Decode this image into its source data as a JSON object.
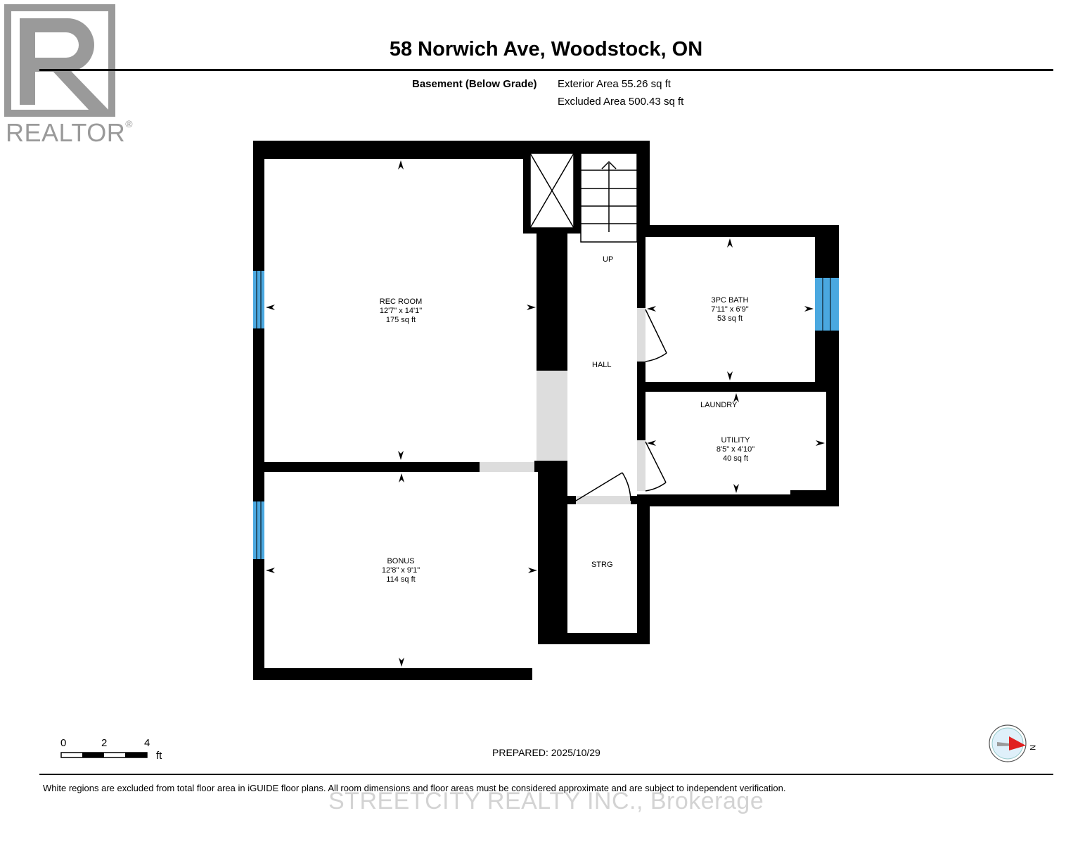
{
  "logo": {
    "text": "REALTOR",
    "reg": "®"
  },
  "title": "58 Norwich Ave, Woodstock, ON",
  "level": {
    "name": "Basement (Below Grade)",
    "exterior_area": "Exterior Area 55.26 sq ft",
    "excluded_area": "Excluded Area 500.43 sq ft"
  },
  "rooms": {
    "rec_room": {
      "name": "REC ROOM",
      "dims": "12'7\" x 14'1\"",
      "area": "175 sq ft"
    },
    "bonus": {
      "name": "BONUS",
      "dims": "12'8\" x 9'1\"",
      "area": "114 sq ft"
    },
    "bath": {
      "name": "3PC BATH",
      "dims": "7'11\" x 6'9\"",
      "area": "53 sq ft"
    },
    "utility": {
      "name": "UTILITY",
      "dims": "8'5\" x 4'10\"",
      "area": "40 sq ft"
    },
    "laundry": {
      "name": "LAUNDRY"
    },
    "hall": {
      "name": "HALL"
    },
    "up": {
      "name": "UP"
    },
    "strg": {
      "name": "STRG"
    }
  },
  "scale": {
    "ticks": [
      "0",
      "2",
      "4"
    ],
    "unit": "ft"
  },
  "compass": {
    "label": "N"
  },
  "prepared": "PREPARED: 2025/10/29",
  "disclaimer": "White regions are excluded from total floor area in iGUIDE floor plans. All room dimensions and floor areas must be considered approximate and are subject to independent verification.",
  "watermark": "STREETCITY REALTY INC., Brokerage",
  "colors": {
    "wall": "#000000",
    "window": "#4aa8e0",
    "opening": "#dddddd",
    "compass_arrow": "#e02020",
    "logo_gray": "#9a9a9a"
  }
}
